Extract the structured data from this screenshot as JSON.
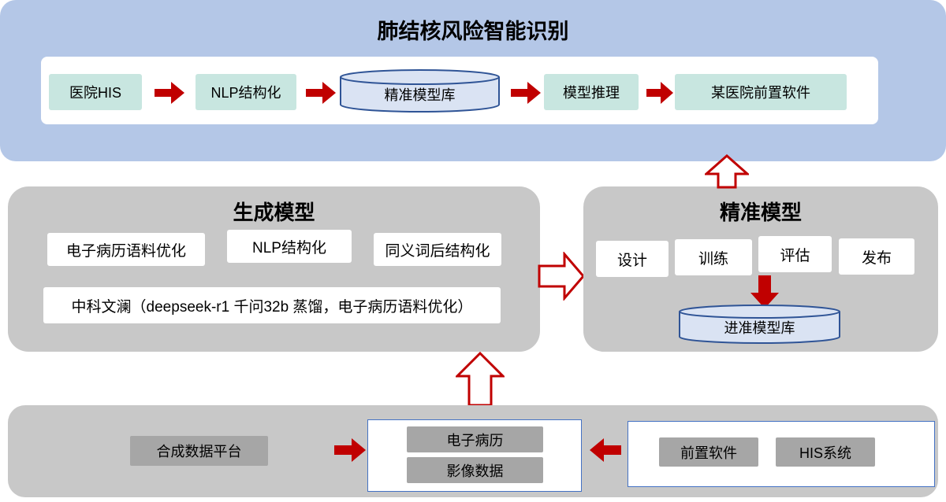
{
  "colors": {
    "banner_blue": "#b4c7e7",
    "teal_box": "#c8e6e0",
    "panel_gray": "#c8c8c8",
    "inner_box_gray": "#a6a6a6",
    "cylinder_fill": "#dae3f3",
    "cylinder_border": "#2f5496",
    "arrow_red": "#c00000",
    "outline_blue": "#4472c4"
  },
  "top": {
    "title": "肺结核风险智能识别",
    "steps": [
      "医院HIS",
      "NLP结构化",
      "精准模型库",
      "模型推理",
      "某医院前置软件"
    ]
  },
  "generate": {
    "title": "生成模型",
    "boxes": [
      "电子病历语料优化",
      "NLP结构化",
      "同义词后结构化"
    ],
    "wide_box": "中科文澜（deepseek-r1 千问32b 蒸馏，电子病历语料优化）"
  },
  "precise": {
    "title": "精准模型",
    "steps": [
      "设计",
      "训练",
      "评估",
      "发布"
    ],
    "cylinder": "进准模型库"
  },
  "bottom": {
    "platform": "合成数据平台",
    "center_box": [
      "电子病历",
      "影像数据"
    ],
    "right_box": [
      "前置软件",
      "HIS系统"
    ]
  }
}
